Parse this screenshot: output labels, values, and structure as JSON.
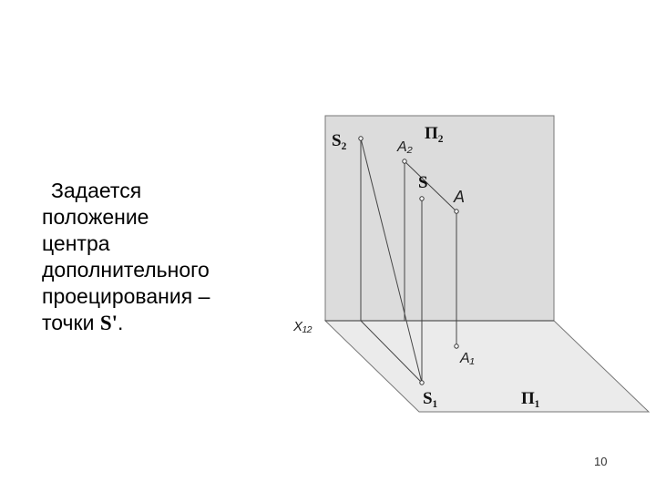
{
  "text": {
    "line1": "Задается",
    "line2": "положение",
    "line3": "центра",
    "line4": "дополнительного",
    "line5": "проецирования –",
    "line6_prefix": "точки ",
    "line6_symbol": "S'",
    "line6_suffix": "."
  },
  "diagram_labels": {
    "S2": "S₂",
    "Pi2": "Π₂",
    "A2": "A₂",
    "S": "S",
    "A": "A",
    "X12": "X₁₂",
    "A1": "A₁",
    "S1": "S₁",
    "Pi1": "Π₁"
  },
  "colors": {
    "frontal_plane": "#dcdcdc",
    "horizontal_plane": "#ebebeb",
    "lines": "#444444"
  },
  "page_number": "10"
}
